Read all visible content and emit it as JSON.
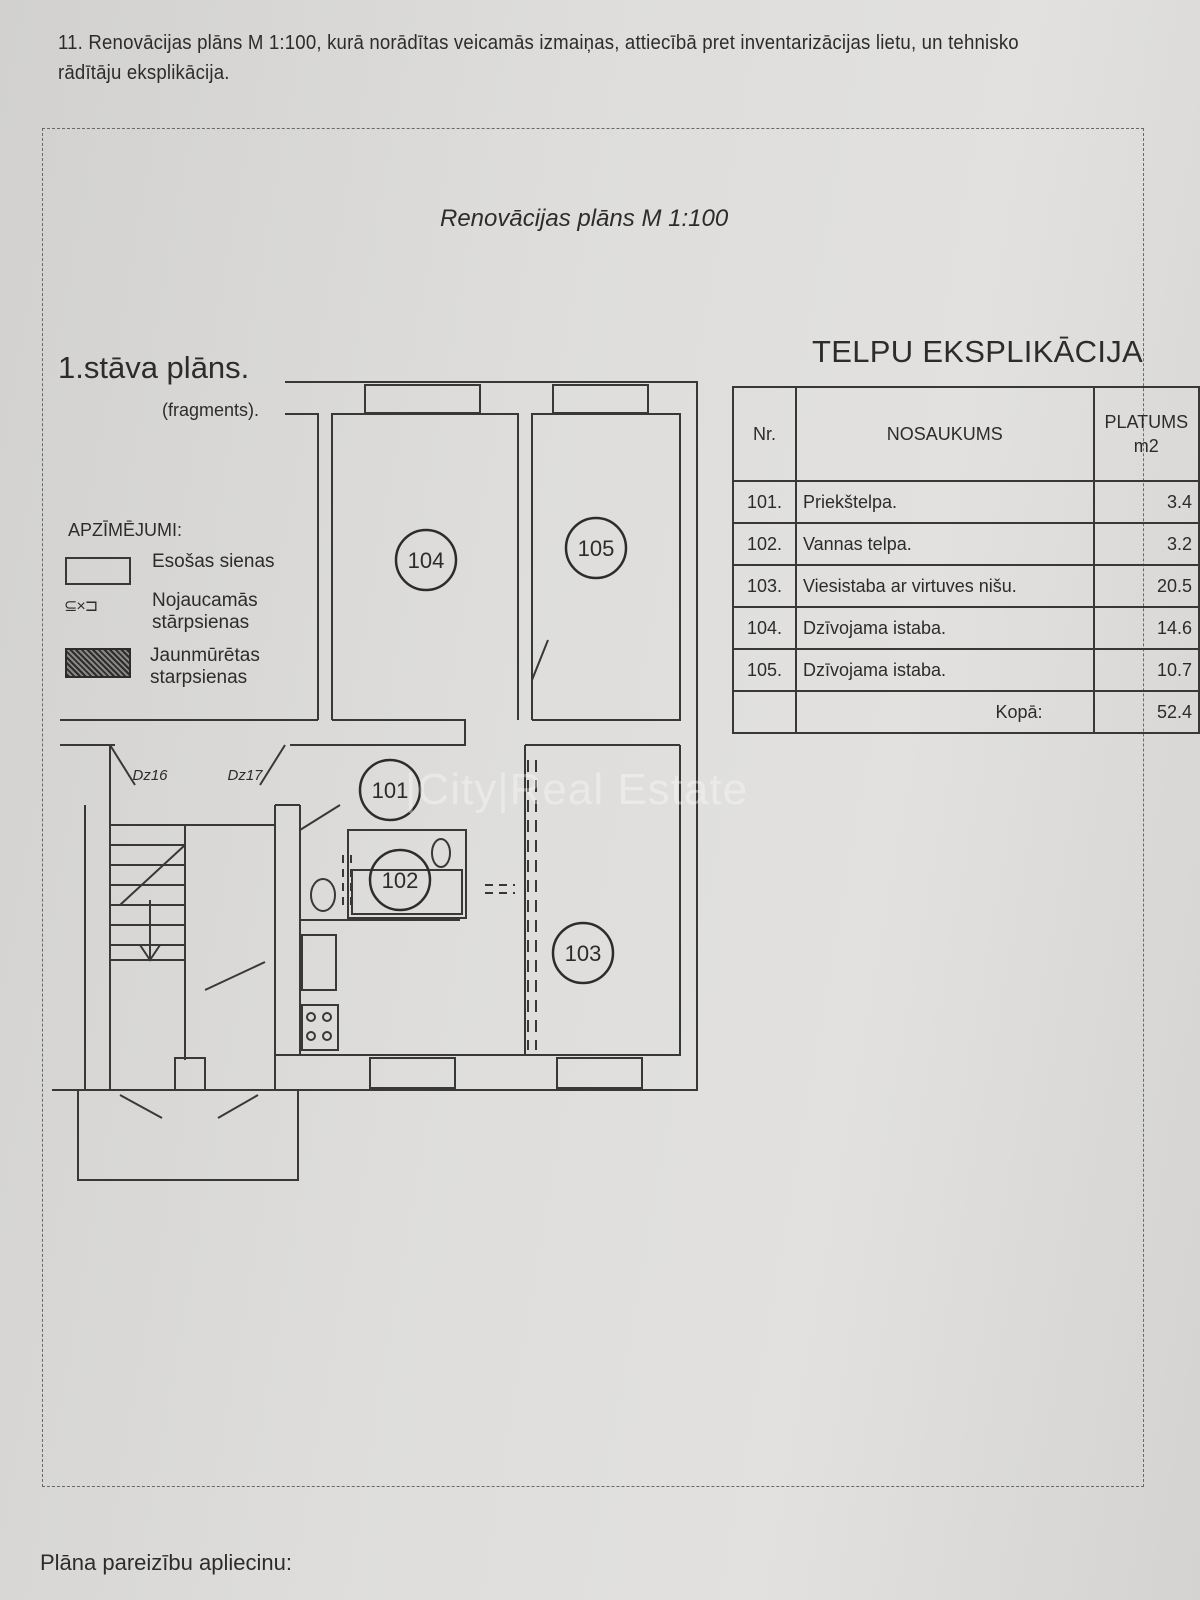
{
  "header": {
    "text": "11. Renovācijas plāns M 1:100, kurā norādītas veicamās izmaiņas, attiecībā pret inventarizācijas lietu, un tehnisko rādītāju eksplikācija."
  },
  "plan": {
    "title": "Renovācijas plāns M 1:100",
    "floor_title": "1.stāva plāns.",
    "floor_subtitle": "(fragments).",
    "rooms": [
      "101",
      "102",
      "103",
      "104",
      "105"
    ],
    "door_labels": [
      "Dz16",
      "Dz17"
    ]
  },
  "legend": {
    "title": "APZĪMĒJUMI:",
    "items": [
      {
        "label_1": "Esošas sienas",
        "label_2": ""
      },
      {
        "label_1": "Nojaucamās",
        "label_2": "stārpsienas"
      },
      {
        "label_1": "Jaunmūrētas",
        "label_2": "starpsienas"
      }
    ]
  },
  "table": {
    "title": "TELPU EKSPLIKĀCIJA",
    "headers": {
      "nr": "Nr.",
      "name": "NOSAUKUMS",
      "area_1": "PLATUMS",
      "area_2": "m2"
    },
    "rows": [
      {
        "nr": "101.",
        "name": "Priekštelpa.",
        "area": "3.4"
      },
      {
        "nr": "102.",
        "name": "Vannas telpa.",
        "area": "3.2"
      },
      {
        "nr": "103.",
        "name": "Viesistaba ar virtuves nišu.",
        "area": "20.5"
      },
      {
        "nr": "104.",
        "name": "Dzīvojama istaba.",
        "area": "14.6"
      },
      {
        "nr": "105.",
        "name": "Dzīvojama istaba.",
        "area": "10.7"
      }
    ],
    "total_label": "Kopā:",
    "total": "52.4"
  },
  "watermark": "|City|Real Estate",
  "footer": "Plāna pareizību apliecinu:"
}
